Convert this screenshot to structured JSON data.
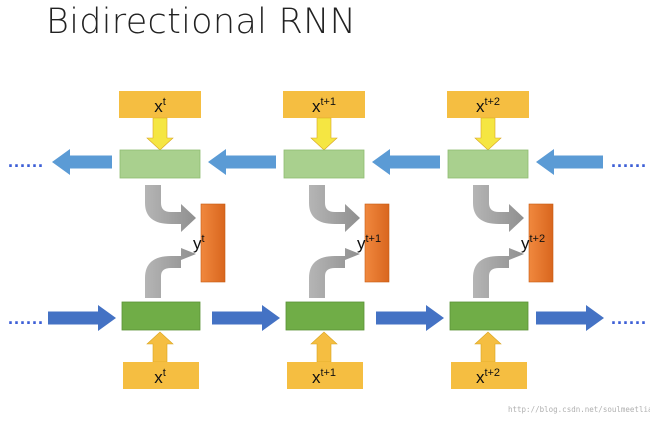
{
  "title": "Bidirectional RNN",
  "continuation": "......",
  "watermark": "http://blog.csdn.net/soulmeetliang",
  "variable_x": "x",
  "variable_y": "y",
  "timesteps": [
    {
      "label": "t"
    },
    {
      "label": "t+1"
    },
    {
      "label": "t+2"
    }
  ],
  "colors": {
    "input_box": "#f5be41",
    "input_arrow_top": "#f5e642",
    "input_arrow_bottom": "#f5be41",
    "backward_hidden": "#a9d08e",
    "forward_hidden": "#70ad47",
    "output_box": "#ed7d31",
    "backward_arrow": "#5b9bd5",
    "forward_arrow": "#4472c4",
    "merge_arrow": "#a6a6a6",
    "dots": "#3d5fd6"
  }
}
